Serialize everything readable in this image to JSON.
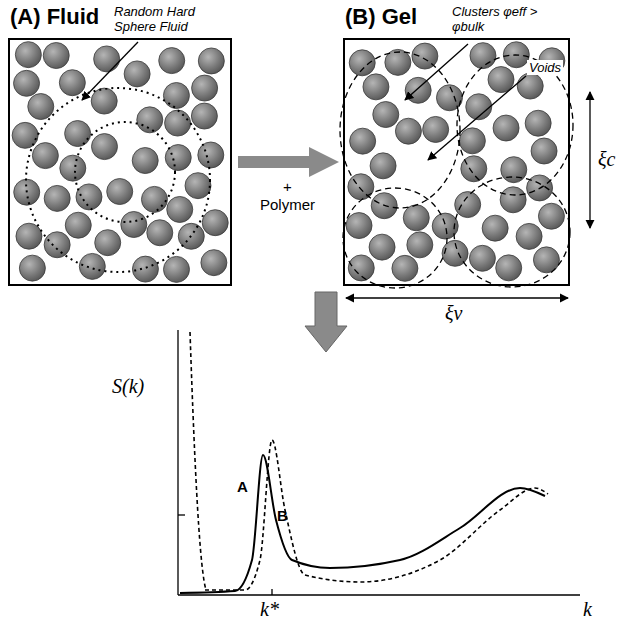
{
  "diagram": {
    "nodes": [
      {
        "text": [
          "(A) Fluid"
        ]
      },
      {
        "text": [
          "(B) Gel"
        ]
      }
    ],
    "edges": [
      {
        "from": 0,
        "to": 1,
        "arrow": "to",
        "label": "+ Polymer"
      }
    ],
    "labels": [
      "Random Hard Sphere Fluid",
      "Clusters φeff > φbulk",
      "Voids",
      "ξc",
      "ξv",
      "S(k)",
      "A",
      "B",
      "k*",
      "k"
    ]
  }
}
